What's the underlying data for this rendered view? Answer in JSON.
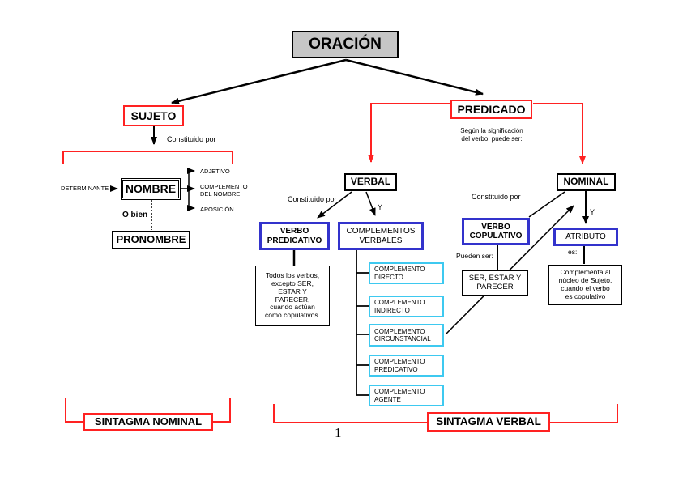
{
  "page": {
    "number": "1"
  },
  "colors": {
    "red": "#ff2222",
    "blue": "#3333cc",
    "cyan": "#3ec9f0",
    "gray_fill": "#c6c6c6",
    "black": "#000000"
  },
  "nodes": {
    "oracion": {
      "label": "ORACIÓN"
    },
    "sujeto": {
      "label": "SUJETO"
    },
    "predicado": {
      "label": "PREDICADO"
    },
    "nombre": {
      "label": "NOMBRE"
    },
    "pronombre": {
      "label": "PRONOMBRE"
    },
    "verbal": {
      "label": "VERBAL"
    },
    "nominal": {
      "label": "NOMINAL"
    },
    "verbo_predicativo": {
      "label": "VERBO\nPREDICATIVO"
    },
    "complementos_verbales": {
      "label": "COMPLEMENTOS\nVERBALES"
    },
    "verbo_copulativo": {
      "label": "VERBO\nCOPULATIVO"
    },
    "atributo": {
      "label": "ATRIBUTO"
    },
    "todos_los_verbos": {
      "label": "Todos los verbos,\nexcepto SER,\nESTAR Y\nPARECER,\ncuando actúan\ncomo copulativos."
    },
    "ser_estar_parecer": {
      "label": "SER, ESTAR Y\nPARECER"
    },
    "complementa_nucleo": {
      "label": "Complementa al\nnúcleo de Sujeto,\ncuando el verbo\nes copulativo"
    },
    "complementos": [
      {
        "label": "COMPLEMENTO\nDIRECTO"
      },
      {
        "label": "COMPLEMENTO\nINDIRECTO"
      },
      {
        "label": "COMPLEMENTO\nCIRCUNSTANCIAL"
      },
      {
        "label": "COMPLEMENTO\nPREDICATIVO"
      },
      {
        "label": "COMPLEMENTO\nAGENTE"
      }
    ],
    "sintagma_nominal": {
      "label": "SINTAGMA NOMINAL"
    },
    "sintagma_verbal": {
      "label": "SINTAGMA VERBAL"
    }
  },
  "labels": {
    "constituido_por_sujeto": "Constituido por",
    "determinante": "DETERMINANTE",
    "adjetivo": "ADJETIVO",
    "complemento_del_nombre": "COMPLEMENTO\nDEL NOMBRE",
    "aposicion": "APOSICIÓN",
    "o_bien": "O bien",
    "segun_significacion": "Según la significación\ndel verbo, puede ser:",
    "constituido_por_verbal": "Constituido por",
    "y_verbal": "Y",
    "constituido_por_nominal": "Constituido por",
    "y_nominal": "Y",
    "pueden_ser": "Pueden ser:",
    "es": "es:"
  }
}
